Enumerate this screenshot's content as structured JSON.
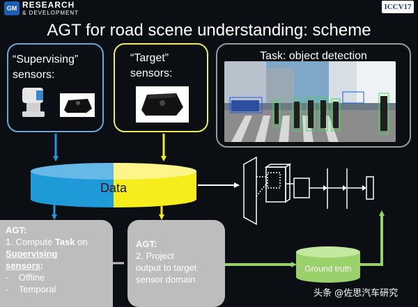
{
  "header": {
    "logo": "GM",
    "brand_line1": "RESEARCH",
    "brand_line2": "& DEVELOPMENT",
    "badge": "ICCV17"
  },
  "title": "AGT for road scene understanding: scheme",
  "supervising": {
    "label_line1": "“Supervising”",
    "label_line2": "sensors:"
  },
  "target": {
    "label_line1": "“Target”",
    "label_line2": "sensors:"
  },
  "task": {
    "label": "Task: object detection"
  },
  "data_cylinder": {
    "label": "Data"
  },
  "ground_truth": {
    "label": "Ground truth"
  },
  "agt1": {
    "title": "AGT:",
    "line1_prefix": "1. Compute ",
    "line1_bold": "Task",
    "line1_suffix": " on",
    "line2": "Supervising",
    "line3": "sensors",
    "line3_suffix": ":",
    "bullet1": "Offline",
    "bullet2": "Temporal"
  },
  "agt2": {
    "title": "AGT:",
    "line1": "2. Project",
    "line2": "output to target",
    "line3": "sensor domain"
  },
  "watermark": "头条 @佐思汽车研究",
  "colors": {
    "blue": "#1f9ad8",
    "yellow": "#f5ee1c",
    "green": "#9bd16a",
    "gray": "#bdbdbd"
  }
}
